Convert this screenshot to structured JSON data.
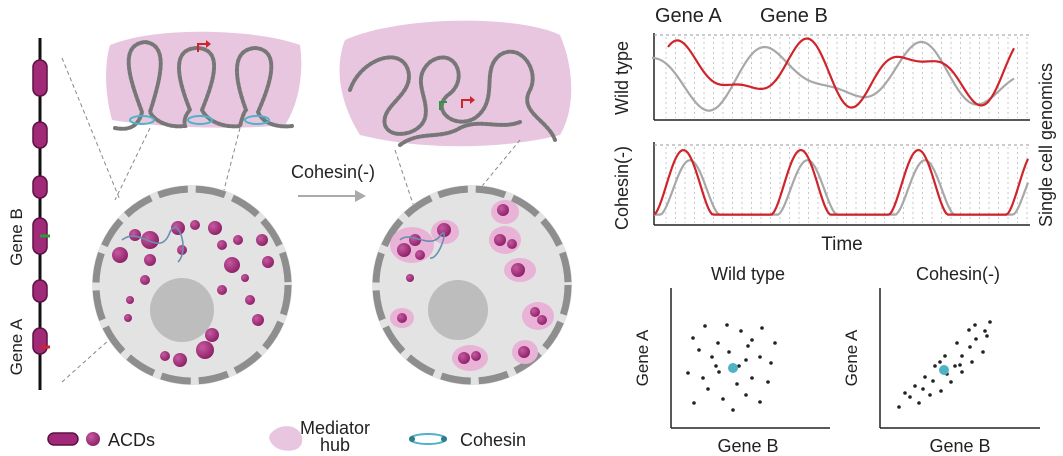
{
  "chromosome": {
    "gene_b_label": "Gene B",
    "gene_a_label": "Gene A"
  },
  "transition": {
    "label": "Cohesin(-)"
  },
  "timeseries": {
    "legend": {
      "gene_a": "Gene A",
      "gene_b": "Gene B"
    },
    "panel_wildtype_label": "Wild type",
    "panel_cohesin_label": "Cohesin(-)",
    "x_label": "Time",
    "side_label": "Single cell genomics"
  },
  "scatter_wildtype": {
    "title": "Wild type",
    "xlabel": "Gene B",
    "ylabel": "Gene A"
  },
  "scatter_cohesin": {
    "title": "Cohesin(-)",
    "xlabel": "Gene B",
    "ylabel": "Gene A"
  },
  "legend": {
    "acds_label": "ACDs",
    "mediator_label_line1": "Mediator",
    "mediator_label_line2": "hub",
    "cohesin_label": "Cohesin"
  },
  "colors": {
    "gene_a": "#d0242b",
    "gene_b": "#a8a8a8",
    "acd": "#a12a78",
    "mediator": "#e8c6e0",
    "cohesin": "#4fb2c6",
    "nucleus": "#e3e3e3",
    "nucleolus": "#bdbdbd"
  }
}
